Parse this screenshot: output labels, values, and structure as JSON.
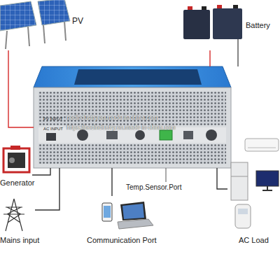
{
  "diagram": {
    "nodes": [
      {
        "text": [
          "PV"
        ]
      },
      {
        "text": [
          "Battery"
        ]
      },
      {
        "text": [
          "PV INPUT",
          "AC INPUT"
        ]
      },
      {
        "text": [
          "Generator"
        ]
      },
      {
        "text": [
          "Mains input"
        ]
      },
      {
        "text": [
          "Communication Port"
        ]
      },
      {
        "text": [
          "AC Load"
        ]
      }
    ],
    "edges": [
      {
        "from": 0,
        "to": 2,
        "arrow": "none"
      },
      {
        "from": 1,
        "to": 2,
        "arrow": "none"
      },
      {
        "from": 3,
        "to": 2,
        "arrow": "none"
      },
      {
        "from": 4,
        "to": 2,
        "arrow": "none"
      },
      {
        "from": 2,
        "to": 5,
        "arrow": "none"
      },
      {
        "from": 2,
        "to": 6,
        "arrow": "none"
      }
    ],
    "labels": [
      "Temp.Sensor.Port",
      "nedindustry.en.made-in-china.com",
      "https://nedindustry.en.made-in-china.com"
    ]
  }
}
